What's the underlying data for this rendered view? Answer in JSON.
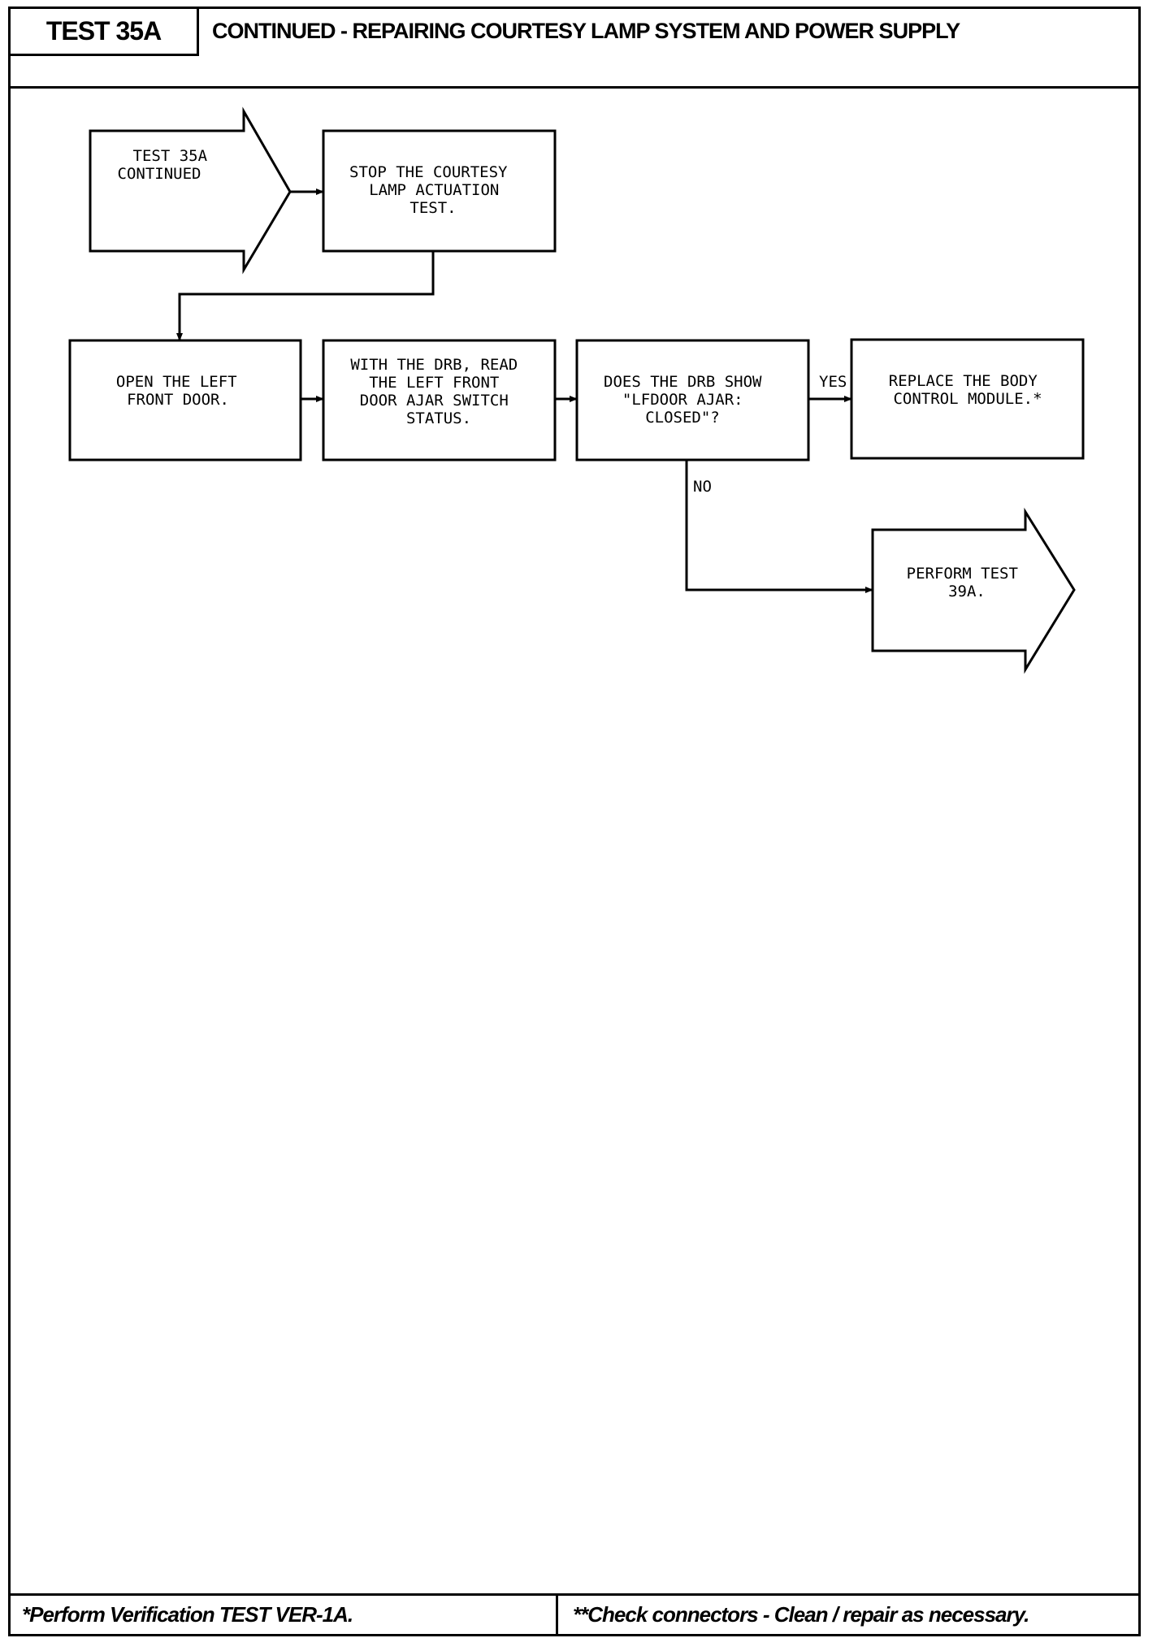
{
  "header": {
    "test_id": "TEST 35A",
    "title": "CONTINUED - REPAIRING COURTESY LAMP SYSTEM AND POWER SUPPLY"
  },
  "flowchart": {
    "start": {
      "lines": [
        "TEST 35A",
        "CONTINUED"
      ]
    },
    "step_stop_test": {
      "lines": [
        "STOP THE COURTESY",
        "LAMP ACTUATION",
        "TEST."
      ]
    },
    "step_open_door": {
      "lines": [
        "OPEN THE LEFT",
        "FRONT DOOR."
      ]
    },
    "step_read_status": {
      "lines": [
        "WITH THE DRB, READ",
        "THE LEFT FRONT",
        "DOOR AJAR SWITCH",
        "STATUS."
      ]
    },
    "decision": {
      "lines": [
        "DOES THE DRB SHOW",
        "\"LFDOOR AJAR:",
        "CLOSED\"?"
      ]
    },
    "yes_label": "YES",
    "no_label": "NO",
    "result_replace": {
      "lines": [
        "REPLACE THE BODY",
        "CONTROL MODULE.*"
      ]
    },
    "result_perform": {
      "lines": [
        "PERFORM TEST",
        "39A."
      ]
    }
  },
  "footer": {
    "left_note": "*Perform Verification TEST VER-1A.",
    "right_note": "**Check connectors - Clean / repair as necessary."
  }
}
